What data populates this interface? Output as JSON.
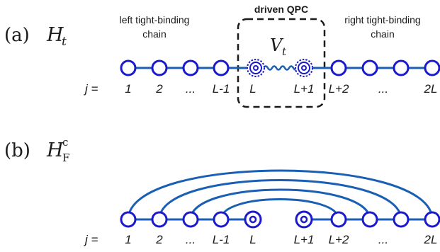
{
  "panel_a": {
    "tag": "(a)",
    "hamiltonian": {
      "symbol": "H",
      "subscript": "t"
    },
    "left_label_line1": "left tight-binding",
    "left_label_line2": "chain",
    "qpc_label": "driven QPC",
    "coupling": {
      "symbol": "V",
      "subscript": "t"
    },
    "right_label_line1": "right tight-binding",
    "right_label_line2": "chain",
    "index_prefix": "j  =",
    "indices": [
      "1",
      "2",
      "...",
      "L-1",
      "L",
      "L+1",
      "L+2",
      "...",
      "2L"
    ]
  },
  "panel_b": {
    "tag": "(b)",
    "hamiltonian": {
      "symbol": "H",
      "superscript": "c",
      "subscript": "F"
    },
    "index_prefix": "j  =",
    "indices": [
      "1",
      "2",
      "...",
      "L-1",
      "L",
      "L+1",
      "L+2",
      "...",
      "2L"
    ]
  },
  "colors": {
    "chain": "#1a5fb4",
    "node_fill": "#ffffff",
    "node_stroke": "#1a1acc",
    "text": "#1a1a1a",
    "box": "#1a1a1a"
  }
}
